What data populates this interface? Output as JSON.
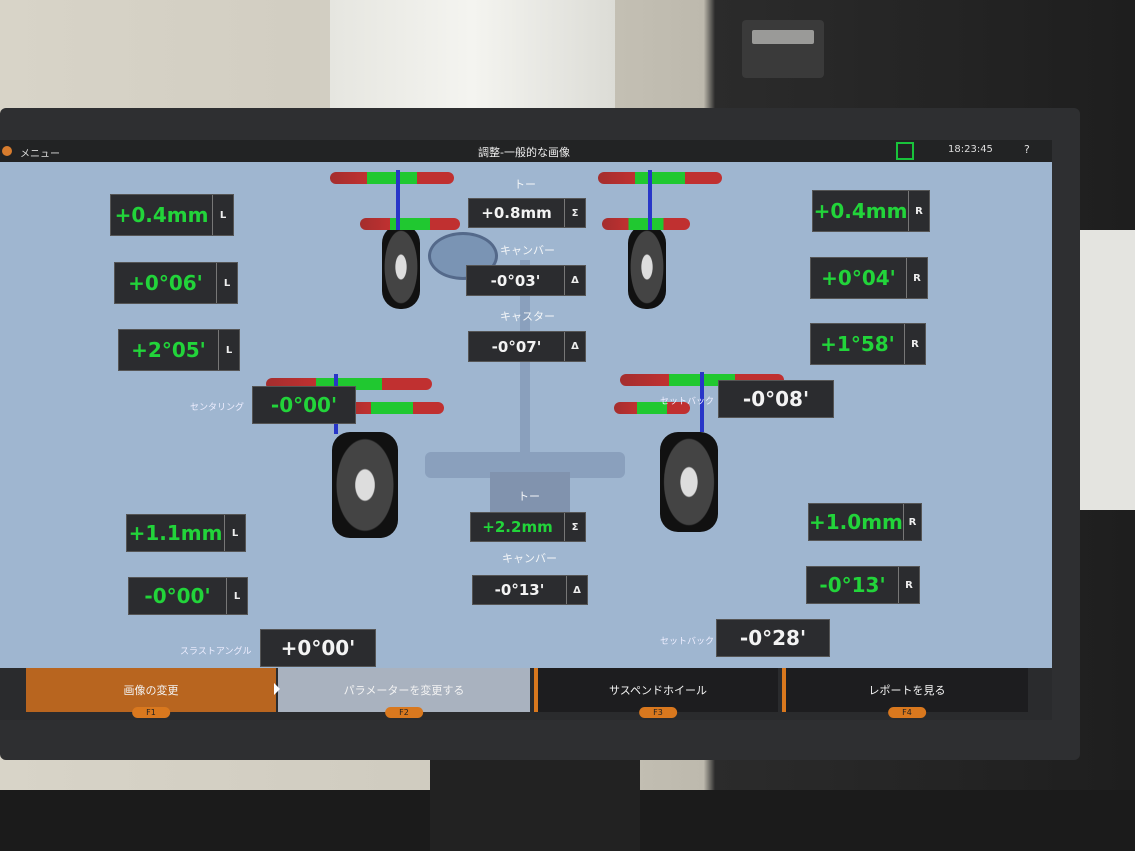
{
  "titlebar": {
    "menu": "メニュー",
    "title": "調整-一般的な画像",
    "time": "18:23:45",
    "help": "?"
  },
  "front": {
    "toe_label": "トー",
    "toe_total": "+0.8mm",
    "camber_label": "キャンバー",
    "camber_delta": "-0°03'",
    "caster_label": "キャスター",
    "caster_delta": "-0°07'",
    "left": {
      "toe": "+0.4mm",
      "camber": "+0°06'",
      "caster": "+2°05'",
      "tag": "L"
    },
    "right": {
      "toe": "+0.4mm",
      "camber": "+0°04'",
      "caster": "+1°58'",
      "tag": "R"
    },
    "centering_label": "センタリング",
    "centering": "-0°00'",
    "setback_label": "セットバック",
    "setback": "-0°08'"
  },
  "rear": {
    "toe_label": "トー",
    "toe_total": "+2.2mm",
    "camber_label": "キャンバー",
    "camber_delta": "-0°13'",
    "left": {
      "toe": "+1.1mm",
      "camber": "-0°00'",
      "tag": "L"
    },
    "right": {
      "toe": "+1.0mm",
      "camber": "-0°13'",
      "tag": "R"
    },
    "thrust_label": "スラストアングル",
    "thrust": "+0°00'",
    "setback_label": "セットバック",
    "setback": "-0°28'"
  },
  "symbols": {
    "sigma": "Σ",
    "delta": "Δ"
  },
  "fkeys": [
    {
      "label": "画像の変更",
      "key": "F1"
    },
    {
      "label": "パラメーターを変更する",
      "key": "F2"
    },
    {
      "label": "サスペンドホイール",
      "key": "F3"
    },
    {
      "label": "レポートを見る",
      "key": "F4"
    }
  ],
  "colors": {
    "good": "#22d43a",
    "accent": "#d9781e"
  }
}
